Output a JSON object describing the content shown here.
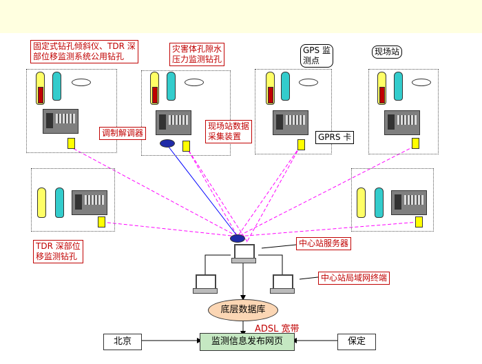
{
  "labels": {
    "inclinometer_tdr": "固定式钻孔倾斜仪、TDR 深\n部位移监测系统公用钻孔",
    "pore_water": "灾害体孔隙水\n压力监测钻孔",
    "gps": "GPS 监\n测点",
    "site": "现场站",
    "modem": "调制解调器",
    "data_logger": "现场站数据\n采集装置",
    "gprs": "GPRS 卡",
    "tdr_deep": "TDR 深部位\n移监测钻孔",
    "center_server": "中心站服务器",
    "lan_terminal": "中心站局域网终端",
    "database": "底层数据库",
    "adsl": "ADSL 宽带",
    "web": "监测信息发布网页",
    "beijing": "北京",
    "baoding": "保定"
  },
  "colors": {
    "red": "#c00000",
    "magenta": "#ff00ff",
    "blue": "#0000ff",
    "cyan": "#33cccc",
    "yellow": "#ffff00",
    "orange": "#ff6600"
  }
}
